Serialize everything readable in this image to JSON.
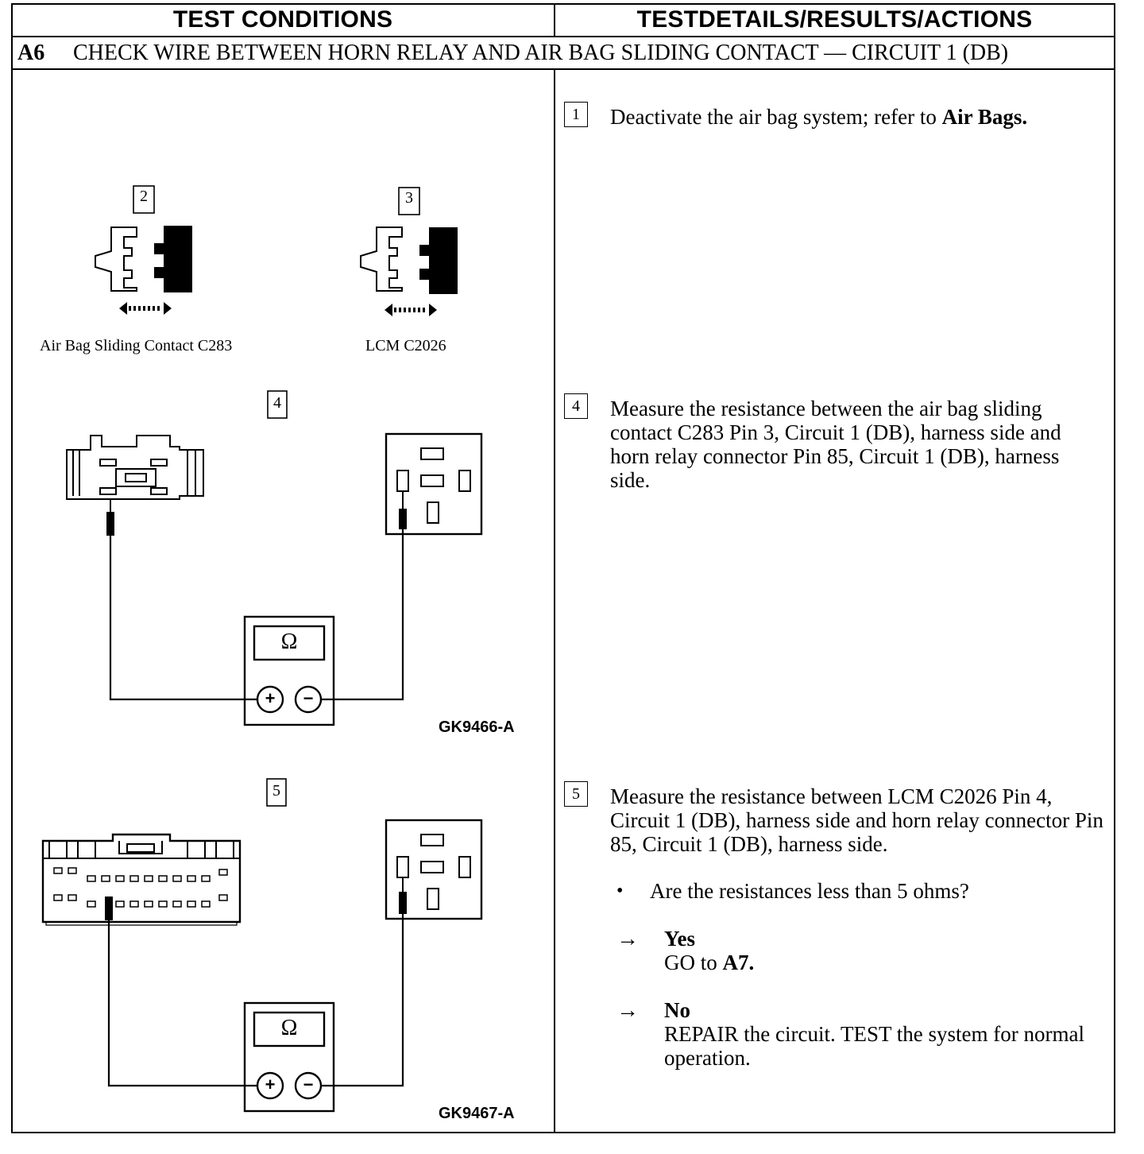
{
  "header": {
    "col_left": "TEST CONDITIONS",
    "col_right": "TESTDETAILS/RESULTS/ACTIONS"
  },
  "title": {
    "number": "A6",
    "text": "CHECK WIRE BETWEEN HORN RELAY AND AIR BAG SLIDING CONTACT — CIRCUIT 1 (DB)"
  },
  "diagram": {
    "step2_num": "2",
    "step3_num": "3",
    "step4_num": "4",
    "step5_num": "5",
    "caption_c283": "Air Bag Sliding Contact C283",
    "caption_lcm": "LCM C2026",
    "ohm_symbol": "Ω",
    "plus": "+",
    "minus": "−",
    "fig1_id": "GK9466-A",
    "fig2_id": "GK9467-A"
  },
  "steps": {
    "s1": {
      "num": "1",
      "text": "Deactivate the air bag system; refer to ",
      "bold": "Air Bags."
    },
    "s4": {
      "num": "4",
      "text": "Measure the resistance between the air bag sliding contact C283 Pin 3, Circuit 1 (DB), harness side and horn relay connector Pin 85, Circuit 1 (DB), harness side."
    },
    "s5": {
      "num": "5",
      "text": "Measure the resistance between LCM C2026 Pin 4, Circuit 1 (DB), harness side and horn relay connector Pin 85, Circuit 1 (DB), harness side."
    },
    "question": "Are the resistances less than 5 ohms?",
    "bullet": "•",
    "arrow": "→",
    "yes_label": "Yes",
    "yes_action_pre": "GO to ",
    "yes_action_target": "A7.",
    "no_label": "No",
    "no_action": "REPAIR the circuit. TEST the system for normal operation."
  }
}
